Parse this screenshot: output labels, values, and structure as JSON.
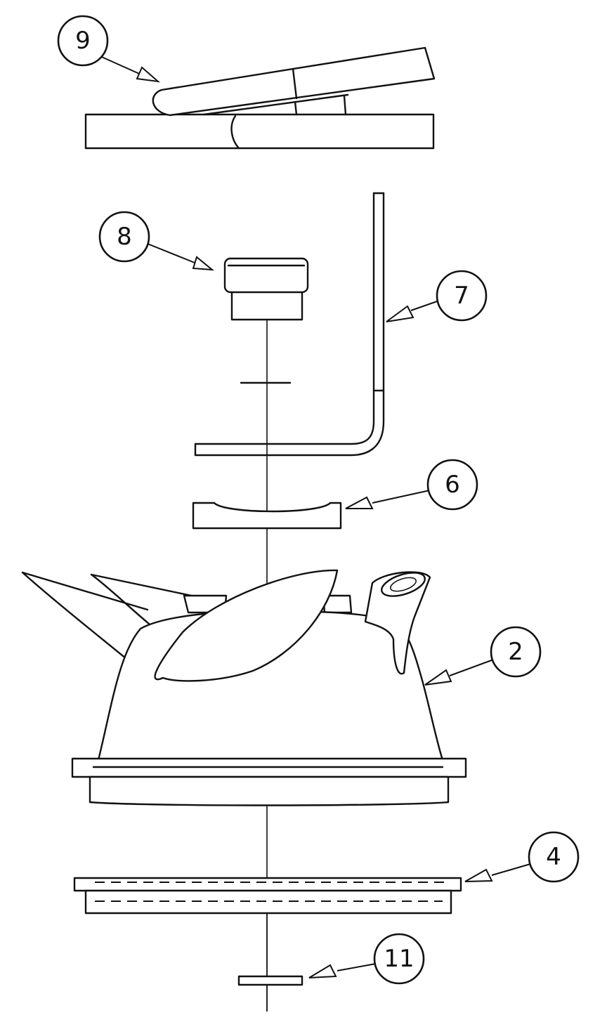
{
  "callouts": [
    {
      "id": "9",
      "label": "9"
    },
    {
      "id": "8",
      "label": "8"
    },
    {
      "id": "7",
      "label": "7"
    },
    {
      "id": "6",
      "label": "6"
    },
    {
      "id": "2",
      "label": "2"
    },
    {
      "id": "4",
      "label": "4"
    },
    {
      "id": "11",
      "label": "11"
    }
  ]
}
